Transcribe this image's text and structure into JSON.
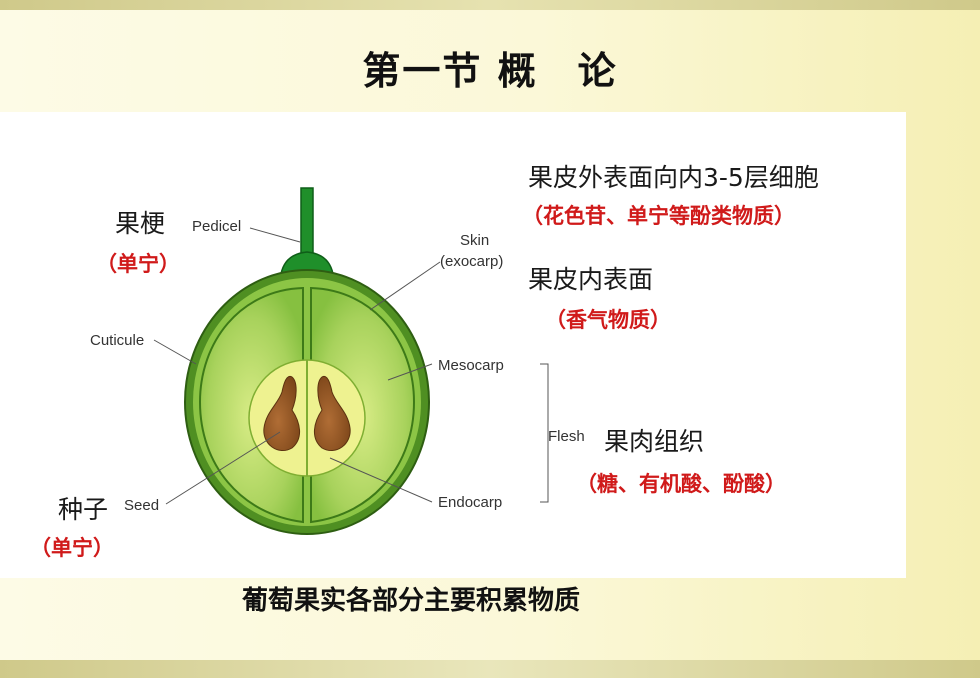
{
  "title": "第一节 概　论",
  "caption": "葡萄果实各部分主要积累物质",
  "labels": {
    "pedicel": "Pedicel",
    "skin": "Skin",
    "exocarp": "(exocarp)",
    "cuticule": "Cuticule",
    "mesocarp": "Mesocarp",
    "flesh": "Flesh",
    "endocarp": "Endocarp",
    "seed": "Seed"
  },
  "annotations": {
    "stem": {
      "name": "果梗",
      "substance": "（单宁）"
    },
    "seed": {
      "name": "种子",
      "substance": "（单宁）"
    },
    "skin_outer": {
      "name": "果皮外表面向内3-5层细胞",
      "substance": "（花色苷、单宁等酚类物质）"
    },
    "skin_inner": {
      "name": "果皮内表面",
      "substance": "（香气物质）"
    },
    "flesh": {
      "name": "果肉组织",
      "substance": "（糖、有机酸、酚酸）"
    }
  },
  "colors": {
    "stem": "#1f8f2a",
    "berry_outer": "#7cba3c",
    "berry_mid": "#a6d15a",
    "berry_inner": "#d2e87a",
    "locule": "#f0f394",
    "seed": "#96592a",
    "accent_red": "#d01a1a"
  }
}
